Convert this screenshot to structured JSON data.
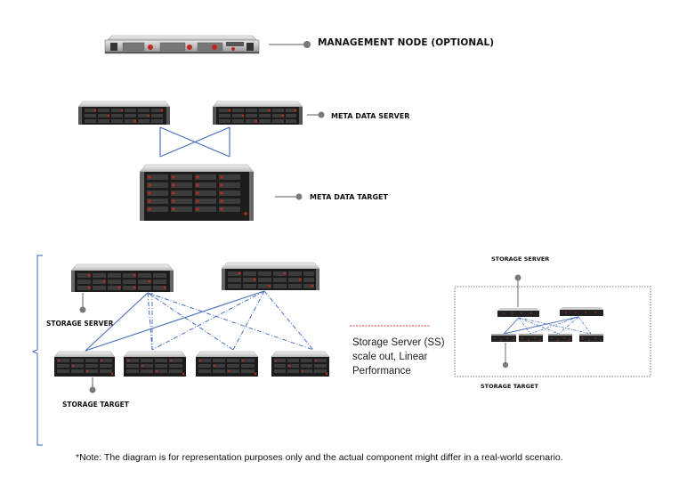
{
  "labels": {
    "management_node": "MANAGEMENT NODE (OPTIONAL)",
    "meta_data_server": "META DATA SERVER",
    "meta_data_target": "META  DATA  TARGET",
    "storage_server": "STORAGE  SERVER",
    "storage_target": "STORAGE  TARGET",
    "inset_storage_server": "STORAGE SERVER",
    "inset_storage_target": "STORAGE TARGET"
  },
  "scale_out_text": {
    "line1": "Storage Server (SS)",
    "line2": "scale out, Linear",
    "line3": "Performance"
  },
  "note": "*Note: The diagram is for representation purposes only and the actual component might differ in a real-world scenario.",
  "colors": {
    "link_blue": "#4a6fc0",
    "server_led": "#c0281e",
    "connector_gray": "#7a7a7a",
    "bracket_blue": "#5b7cc4",
    "divider_red": "#c0392b"
  }
}
